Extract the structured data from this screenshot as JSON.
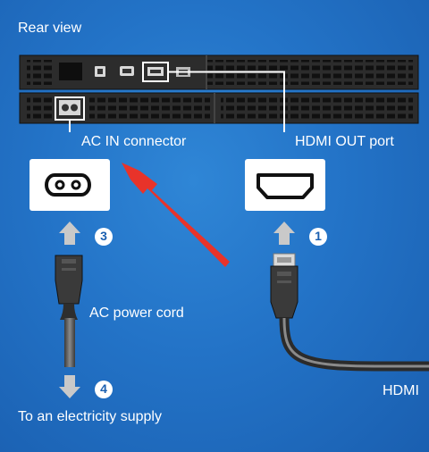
{
  "labels": {
    "rear_view": "Rear view",
    "ac_in_connector": "AC IN connector",
    "hdmi_out_port": "HDMI OUT port",
    "ac_power_cord": "AC power cord",
    "to_electricity_supply": "To an electricity supply",
    "hdmi": "HDMI"
  },
  "steps": {
    "step1": "1",
    "step3": "3",
    "step4": "4"
  },
  "colors": {
    "background": "#2373c7",
    "console": "#2b2b2b",
    "arrow": "#e8332a",
    "highlight": "#ffffff"
  }
}
